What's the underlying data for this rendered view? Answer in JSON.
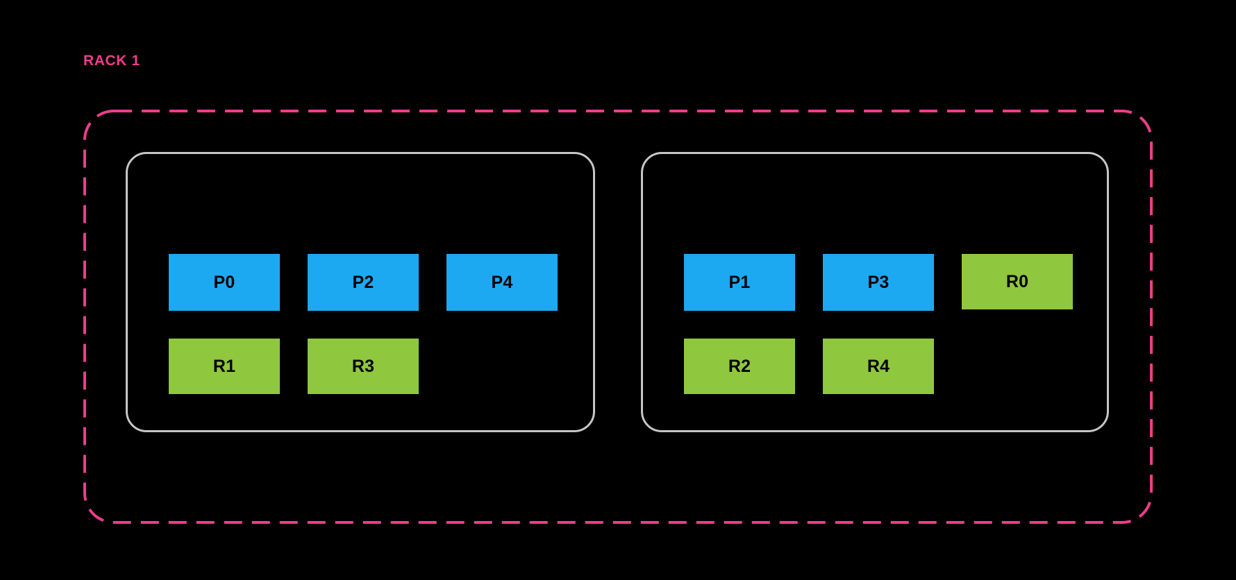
{
  "diagram": {
    "title": "RACK 1",
    "background_color": "#000000",
    "rack_boundary": {
      "name": "rack-1-boundary",
      "stroke_color": "#ee3d8a",
      "style": "dashed",
      "dash_pattern": "26 14",
      "stroke_width": 4,
      "corner_radius": 42
    },
    "legend_colors": {
      "primary": "#1da9f2",
      "replica": "#8fc73e",
      "node_border": "#c6c6c6",
      "rack_border": "#ee3d8a",
      "label_text": "#000000"
    },
    "nodes": [
      {
        "name": "node-0",
        "border_color": "#c6c6c6",
        "rows": [
          [
            {
              "label": "P0",
              "kind": "primary"
            },
            {
              "label": "P2",
              "kind": "primary"
            },
            {
              "label": "P4",
              "kind": "primary"
            }
          ],
          [
            {
              "label": "R1",
              "kind": "replica"
            },
            {
              "label": "R3",
              "kind": "replica"
            }
          ]
        ]
      },
      {
        "name": "node-1",
        "border_color": "#c6c6c6",
        "rows": [
          [
            {
              "label": "P1",
              "kind": "primary"
            },
            {
              "label": "P3",
              "kind": "primary"
            },
            {
              "label": "R0",
              "kind": "replica"
            }
          ],
          [
            {
              "label": "R2",
              "kind": "replica"
            },
            {
              "label": "R4",
              "kind": "replica"
            }
          ]
        ]
      }
    ]
  }
}
